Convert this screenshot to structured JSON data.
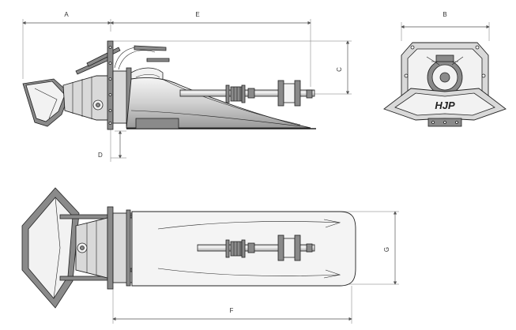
{
  "dimensions": {
    "a": "A",
    "b": "B",
    "c": "C",
    "d": "D",
    "e": "E",
    "f": "F",
    "g": "G"
  },
  "logo_text": "HJP",
  "colors": {
    "line": "#222222",
    "fill": "#d9d9d9",
    "dark": "#8a8a8a",
    "dim": "#555555"
  }
}
